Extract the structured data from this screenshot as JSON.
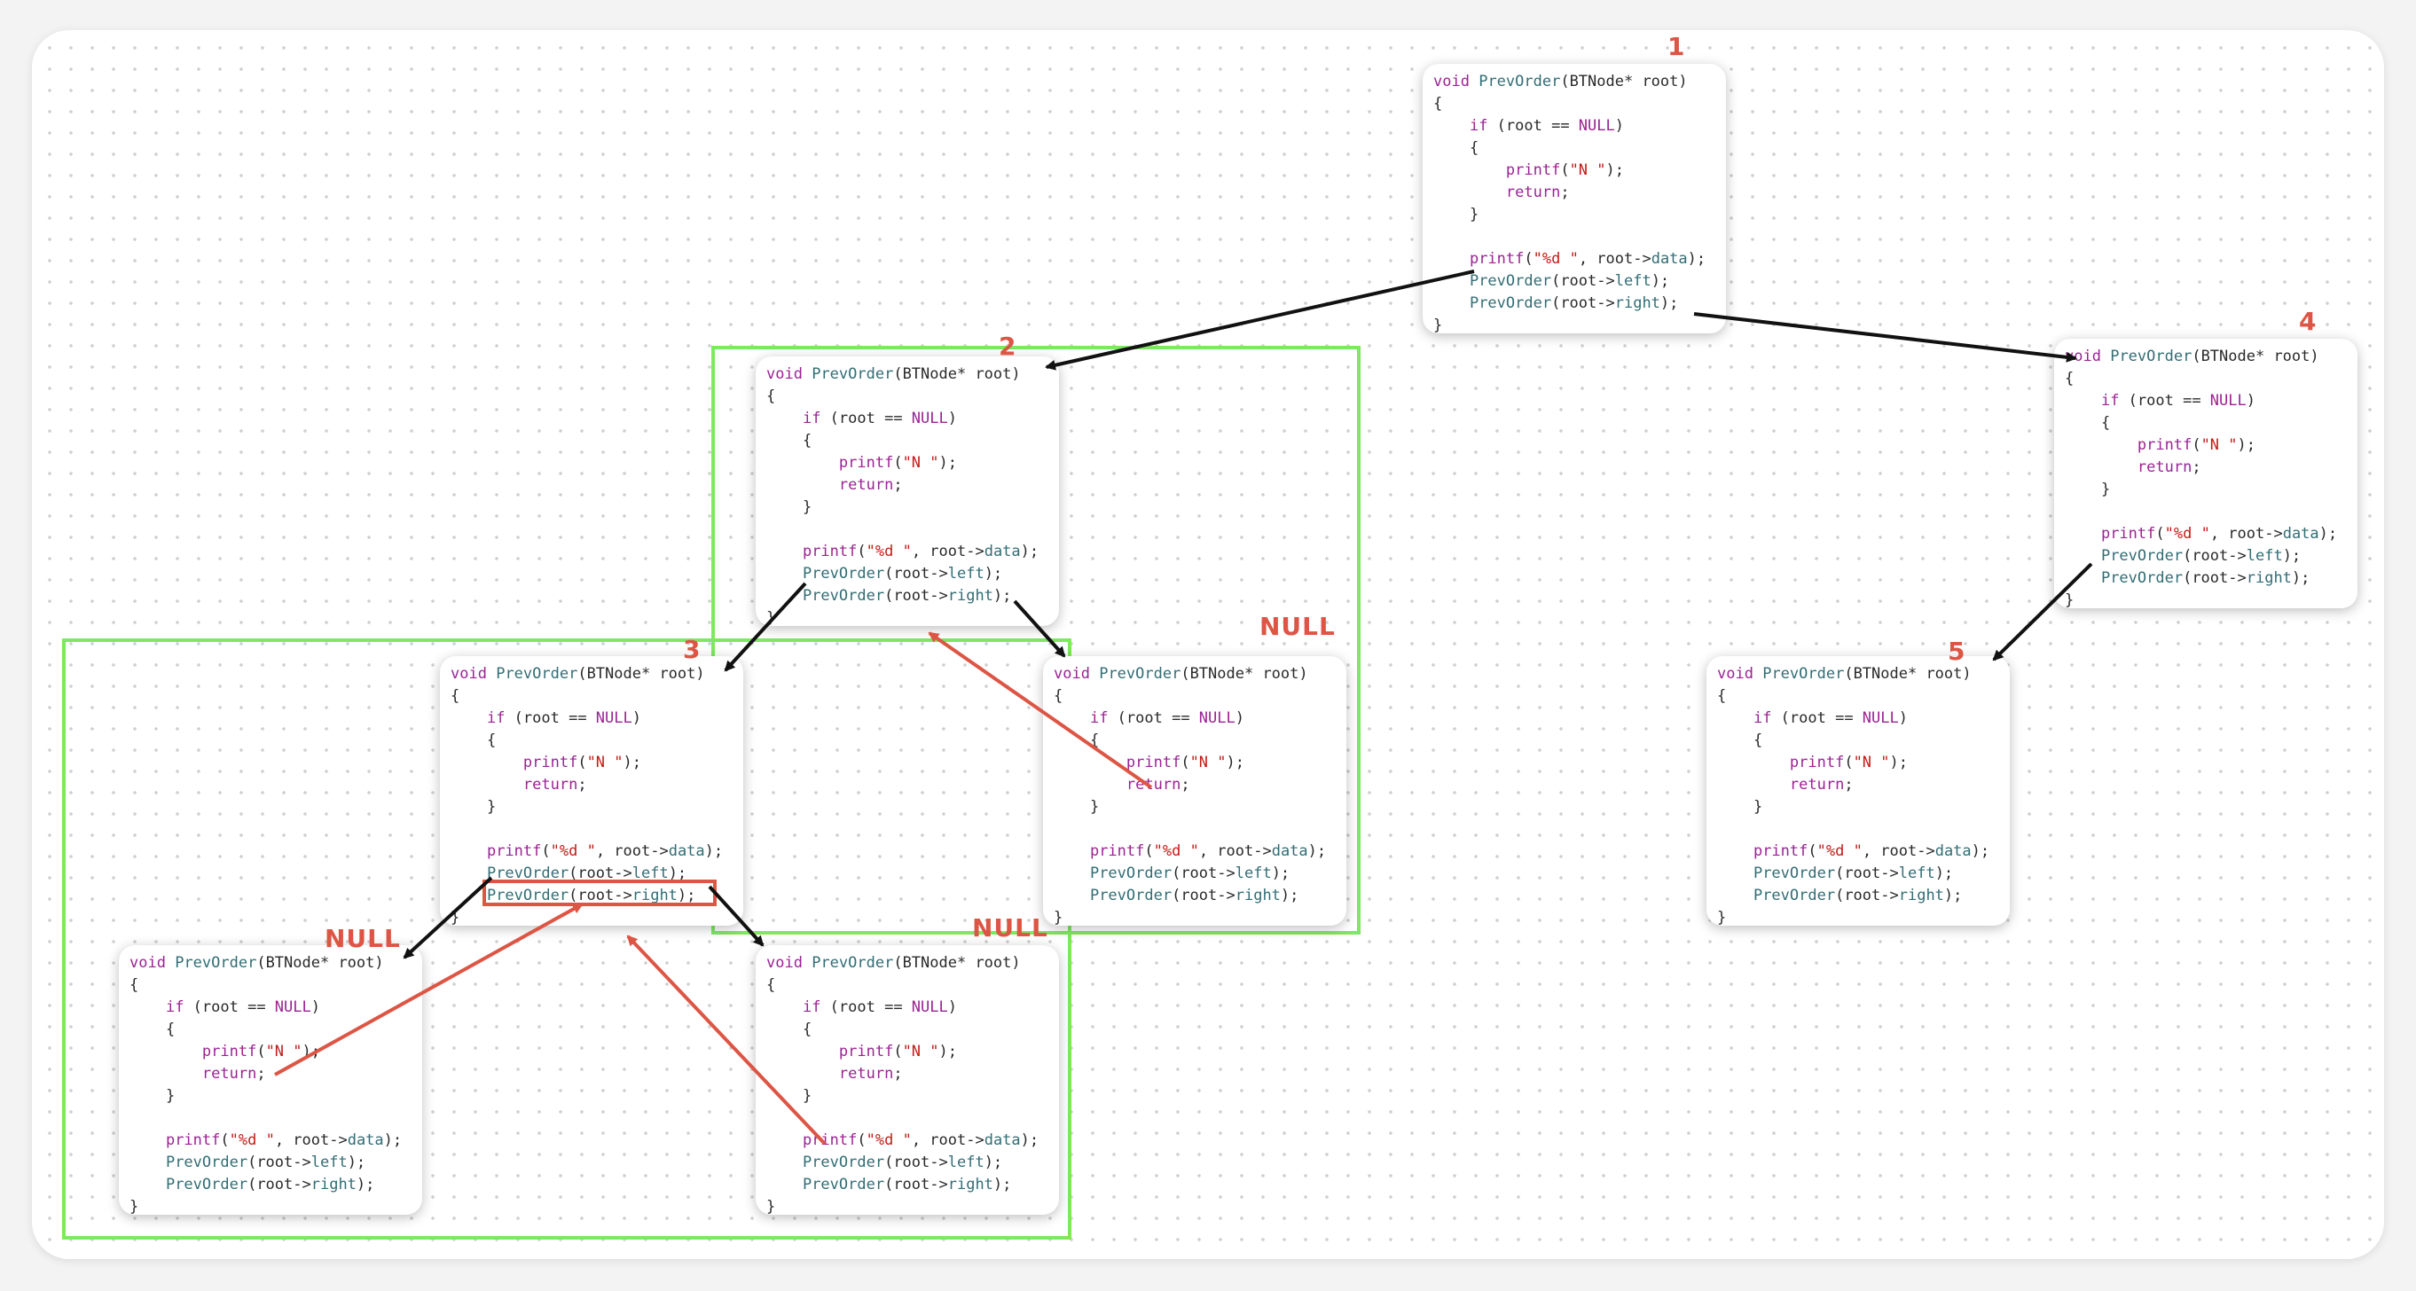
{
  "code_lines": [
    "void PrevOrder(BTNode* root)",
    "{",
    "    if (root == NULL)",
    "    {",
    "        printf(\"N \");",
    "        return;",
    "    }",
    "",
    "    printf(\"%d \", root->data);",
    "    PrevOrder(root->left);",
    "    PrevOrder(root->right);",
    "}"
  ],
  "frames": [
    {
      "id": "frame-1",
      "label": "1"
    },
    {
      "id": "frame-2",
      "label": "2"
    },
    {
      "id": "frame-3",
      "label": "3"
    },
    {
      "id": "frame-4",
      "label": "4"
    },
    {
      "id": "frame-5",
      "label": "5"
    },
    {
      "id": "frame-6",
      "label": ""
    },
    {
      "id": "frame-7",
      "label": ""
    },
    {
      "id": "frame-8",
      "label": ""
    }
  ],
  "null_labels": [
    "NULL",
    "NULL",
    "NULL"
  ],
  "colors": {
    "call_arrow": "#111111",
    "return_arrow": "#dd5544",
    "group_box": "#7ee860",
    "highlight": "#dd5544",
    "keyword": "#9b2393",
    "function": "#326d74",
    "string": "#c41a16"
  }
}
